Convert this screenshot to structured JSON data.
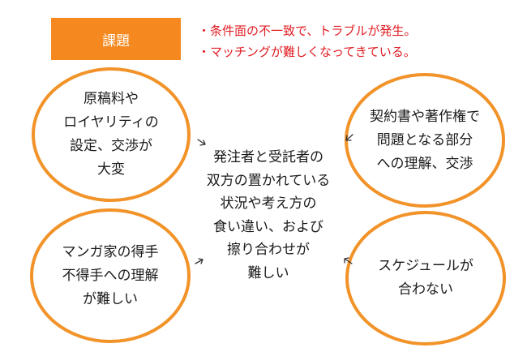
{
  "title": "課題",
  "issues": [
    "・条件面の不一致で、トラブルが発生。",
    "・マッチングが難しくなってきている。"
  ],
  "center": "発注者と受託者の\n双方の置かれている\n状況や考え方の\n食い違い、および\n擦り合わせが\n難しい",
  "circles": {
    "top_left": "原稿料や\nロイヤリティの\n設定、交渉が\n大変",
    "top_right": "契約書や著作権で\n問題となる部分\nへの理解、交渉",
    "bottom_left": "マンガ家の得手\n不得手への理解\nが難しい",
    "bottom_right": "スケジュールが\n合わない"
  },
  "colors": {
    "accent": "#f5891f",
    "circle_border": "#f29329",
    "issue_text": "#e01b22"
  }
}
